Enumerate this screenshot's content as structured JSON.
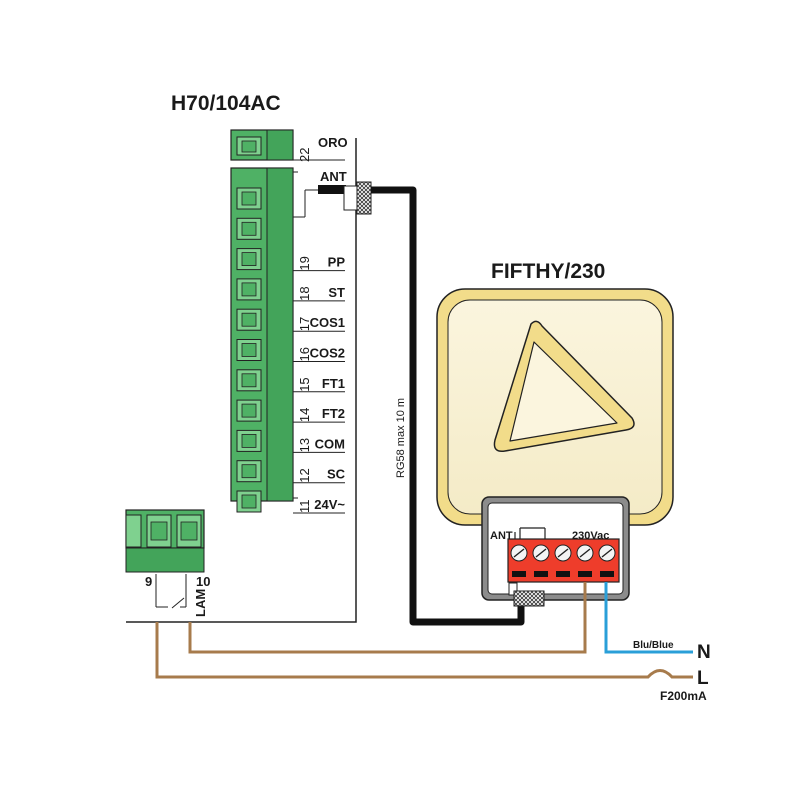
{
  "controller": {
    "title": "H70/104AC",
    "top_terminal_label": "ORO",
    "top_terminal_number": "22",
    "antenna_label": "ANT",
    "terminals": [
      {
        "number": "19",
        "label": "PP"
      },
      {
        "number": "18",
        "label": "ST"
      },
      {
        "number": "17",
        "label": "COS1"
      },
      {
        "number": "16",
        "label": "COS2"
      },
      {
        "number": "15",
        "label": "FT1"
      },
      {
        "number": "14",
        "label": "FT2"
      },
      {
        "number": "13",
        "label": "COM"
      },
      {
        "number": "12",
        "label": "SC"
      },
      {
        "number": "11",
        "label": "24V~"
      }
    ],
    "lamp_terminal_left": "9",
    "lamp_terminal_right": "10",
    "lamp_label": "LAM"
  },
  "cable": {
    "label": "RG58 max 10 m"
  },
  "lamp_unit": {
    "title": "FIFTHY/230",
    "antenna_label": "ANT",
    "supply_label": "230Vac"
  },
  "mains": {
    "neutral_label": "N",
    "live_label": "L",
    "neutral_wire_label": "Blu/Blue",
    "fuse_label": "F200mA"
  },
  "colors": {
    "terminal_green": "#4fb165",
    "terminal_red": "#ee3d2b",
    "lamp_yellow": "#f2dc8a",
    "wire_brown": "#a77b4c",
    "wire_blue": "#2a9fd8",
    "coax_black": "#111111"
  }
}
